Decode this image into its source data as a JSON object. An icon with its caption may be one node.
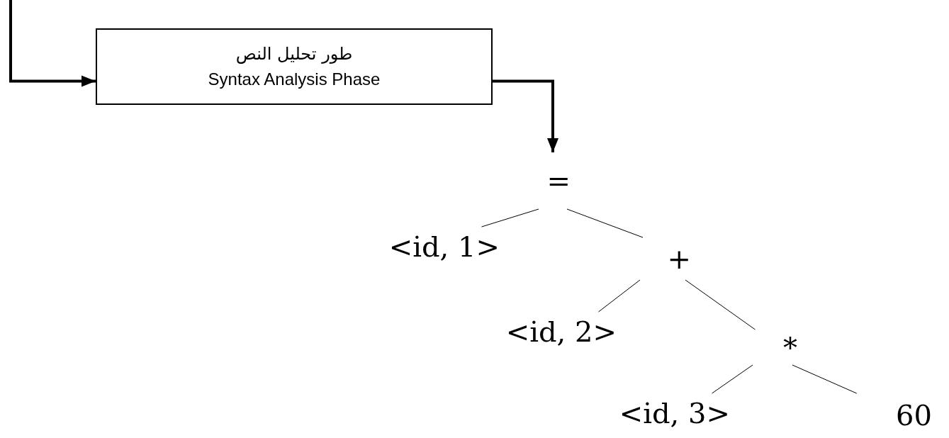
{
  "diagram": {
    "nodes": [
      {
        "text": [
          "طور تحليل النص",
          "Syntax Analysis Phase"
        ]
      },
      {
        "text": [
          "="
        ]
      },
      {
        "text": [
          "<id, 1>"
        ]
      },
      {
        "text": [
          "+"
        ]
      },
      {
        "text": [
          "<id, 2>"
        ]
      },
      {
        "text": [
          "*"
        ]
      },
      {
        "text": [
          "<id, 3>"
        ]
      },
      {
        "text": [
          "60"
        ]
      }
    ],
    "edges": [
      {
        "from": null,
        "to": 0,
        "arrow": "to",
        "style": "thick"
      },
      {
        "from": 0,
        "to": 1,
        "arrow": "to",
        "style": "thick"
      },
      {
        "from": 1,
        "to": 2,
        "arrow": "none"
      },
      {
        "from": 1,
        "to": 3,
        "arrow": "none"
      },
      {
        "from": 3,
        "to": 4,
        "arrow": "none"
      },
      {
        "from": 3,
        "to": 5,
        "arrow": "none"
      },
      {
        "from": 5,
        "to": 6,
        "arrow": "none"
      },
      {
        "from": 5,
        "to": 7,
        "arrow": "none"
      }
    ]
  }
}
